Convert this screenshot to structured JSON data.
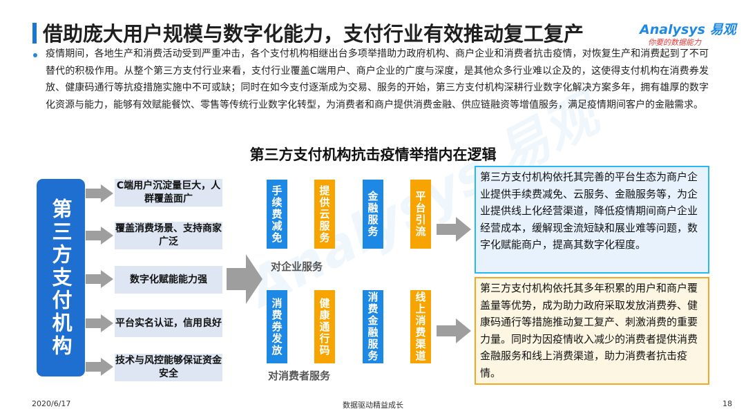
{
  "header": {
    "title": "借助庞大用户规模与数字化能力，支付行业有效推动复工复产",
    "logo_brand": "Analysys 易观",
    "logo_tagline": "你要的数据能力"
  },
  "intro": "疫情期间，各地生产和消费活动受到严重冲击，各个支付机构相继出台多项举措助力政府机构、商户企业和消费者抗击疫情，对恢复生产和消费起到了不可替代的积极作用。从整个第三方支付行业来看，支付行业覆盖C端用户、商户企业的广度与深度，是其他众多行业难以企及的，这使得支付机构在消费券发放、健康码通行等抗疫措施实施中不可或缺；同时在如今支付逐渐成为交易、服务的开始，第三方支付机构深耕行业数字化解决方案多年，拥有雄厚的数字化资源与能力，能够有效赋能餐饮、零售等传统行业数字化转型，为消费者和商户提供消费金融、供应链融资等增值服务，满足疫情期间客户的金融需求。",
  "diagram": {
    "title": "第三方支付机构抗击疫情举措内在逻辑",
    "left_label": "第三方支付机构",
    "features": [
      "C端用户沉淀量巨大，人群覆盖面广",
      "覆盖消费场景、支持商家广泛",
      "数字化赋能能力强",
      "平台实名认证，信用良好",
      "技术与风控能够保证资金安全"
    ],
    "enterprise_services": [
      "手续费减免",
      "提供云服务",
      "金融服务",
      "平台引流"
    ],
    "enterprise_label": "对企业服务",
    "consumer_services": [
      "消费券发放",
      "健康通行码",
      "消费金融服务",
      "线上消费渠道"
    ],
    "consumer_label": "对消费者服务",
    "enterprise_result": "第三方支付机构依托其完善的平台生态为商户企业提供手续费减免、云服务、金融服务等，为企业提供线上化经营渠道，降低疫情期间商户企业经营成本，缓解现金流短缺和展业难等问题，数字化赋能商户，提高其数字化程度。",
    "consumer_result": "第三方支付机构依托其多年积累的用户和商户覆盖量等优势，成为助力政府采取发放消费券、健康码通行等措施推动复工复产、刺激消费的重要力量。同时为因疫情收入减少的消费者提供消费金融服务和线上消费渠道，助力消费者抗击疫情。"
  },
  "footer": {
    "date": "2020/6/17",
    "slogan": "数据驱动精益成长",
    "page": "18"
  },
  "colors": {
    "primary_blue": "#1e6fd0",
    "service_blue": "#1e88e5",
    "service_orange": "#f7a400"
  }
}
